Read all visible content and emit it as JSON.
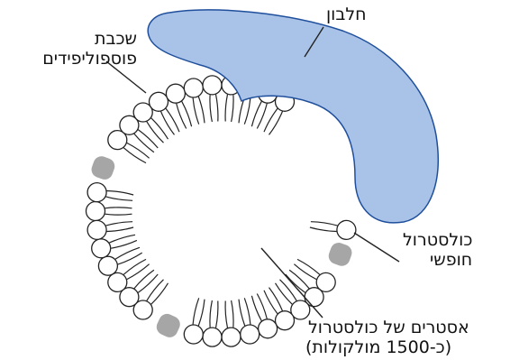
{
  "labels": {
    "phospholipid_layer": [
      "שכבת",
      "פוספוליפידים"
    ],
    "protein": "חלבון",
    "free_cholesterol": [
      "כולסטרול",
      "חופשי"
    ],
    "cholesterol_esters": [
      "אסטרים של כולסטרול",
      "(כ-1500 מולקולות)"
    ]
  },
  "colors": {
    "protein_fill": "#a9c3e8",
    "protein_stroke": "#1f4f9c",
    "cholesterol_fill": "#a6a6a6",
    "lipid_stroke": "#222222",
    "head_fill": "#ffffff"
  }
}
